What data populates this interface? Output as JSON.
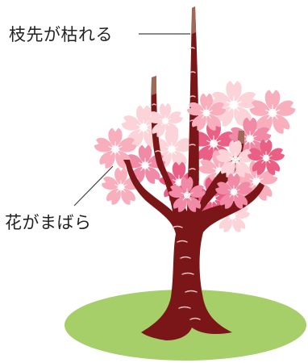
{
  "annotations": {
    "branch_tips_wither": "枝先が枯れる",
    "sparse_flowers": "花がまばら"
  },
  "colors": {
    "ground": "#a6cf6a",
    "trunk": "#7a1618",
    "trunk_dark": "#5e0f12",
    "trunk_highlight": "#f0c0c4",
    "branch_tip": "#9c6a56",
    "petal_light": "#fbd3d8",
    "petal_mid": "#f8aebc",
    "petal_strong": "#f08aa6",
    "petal_deep": "#ea5f86",
    "flower_center": "#ffffff",
    "leader_line": "#444444"
  },
  "icons": [
    "ground-ellipse",
    "tree-trunk",
    "cherry-blossom-flower",
    "leader-line"
  ]
}
